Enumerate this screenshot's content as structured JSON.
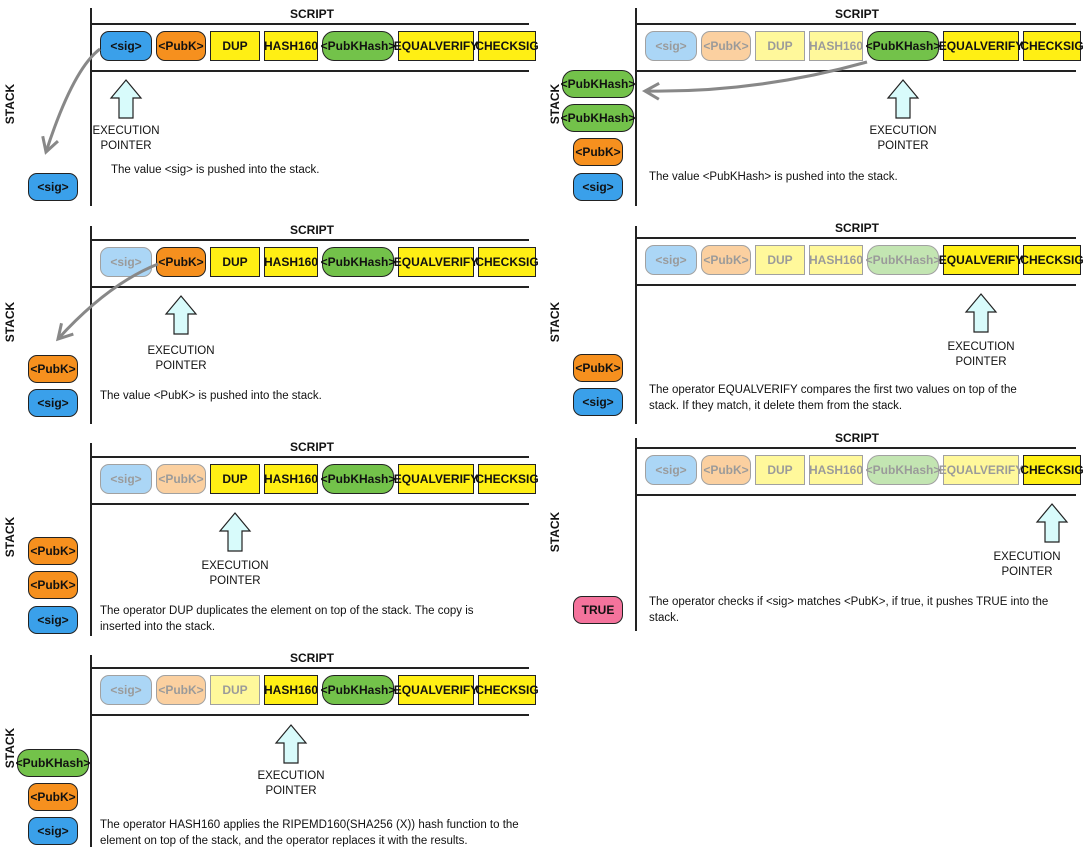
{
  "labels": {
    "stack": "STACK",
    "script": "SCRIPT",
    "pointer_line1": "EXECUTION",
    "pointer_line2": "POINTER"
  },
  "tokens": {
    "sig": "<sig>",
    "pubk": "<PubK>",
    "dup": "DUP",
    "hash160": "HASH160",
    "pubkhash": "<PubKHash>",
    "equalverify": "EQUALVERIFY",
    "checksig": "CHECKSIG",
    "true": "TRUE"
  },
  "colors": {
    "sig": "#3aa0ea",
    "pubk": "#f6901e",
    "pubkhash": "#73c24a",
    "operator": "#ffef14",
    "true": "#f4739c",
    "pointer_arrow": "#d8fbfb",
    "push_arrow": "#888888"
  },
  "steps": [
    {
      "description": "The value <sig> is pushed into the stack."
    },
    {
      "description": "The value <PubK> is pushed into the stack."
    },
    {
      "description": "The operator DUP duplicates the element on top of the stack. The copy is inserted into the stack."
    },
    {
      "description": "The operator HASH160 applies the RIPEMD160(SHA256 (X)) hash function to the element on top of the stack, and the operator replaces it with the results."
    },
    {
      "description": "The value <PubKHash> is pushed into the stack."
    },
    {
      "description": "The operator EQUALVERIFY compares the first two values on top of the stack.  If they match, it delete them from the stack."
    },
    {
      "description": "The operator checks if <sig> matches <PubK>, if true, it pushes TRUE into the stack."
    }
  ]
}
